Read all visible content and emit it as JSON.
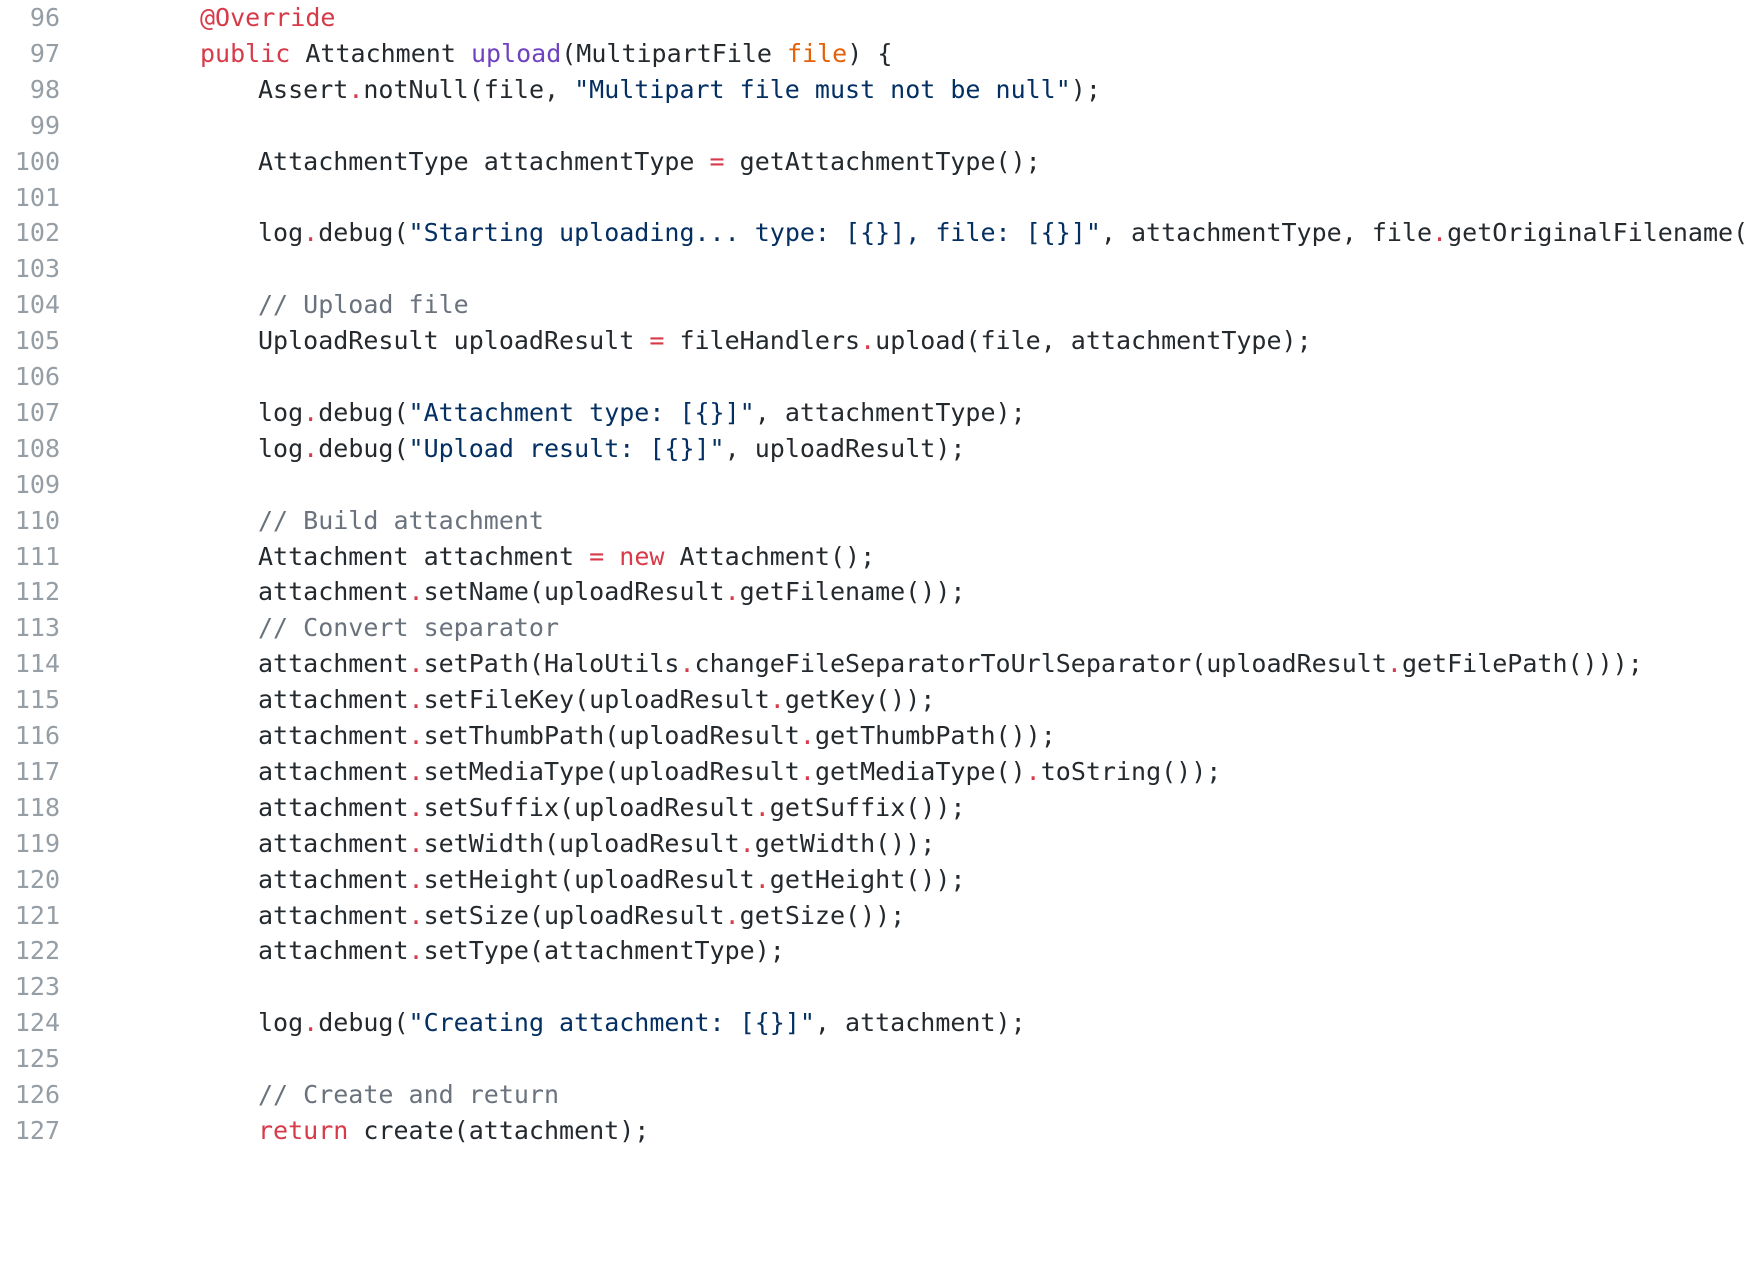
{
  "colors": {
    "background": "#ffffff",
    "plain": "#24292e",
    "keyword": "#d73a49",
    "function": "#6f42c1",
    "parameter": "#e36209",
    "string": "#032f62",
    "comment": "#6a737d",
    "line_number": "#959da5"
  },
  "code": {
    "lines": [
      {
        "num": "96",
        "indent": 1,
        "tokens": [
          {
            "t": "@Override",
            "k": "anno"
          }
        ]
      },
      {
        "num": "97",
        "indent": 1,
        "tokens": [
          {
            "t": "public",
            "k": "kw"
          },
          {
            "t": " Attachment ",
            "k": "plain"
          },
          {
            "t": "upload",
            "k": "fn"
          },
          {
            "t": "(MultipartFile ",
            "k": "plain"
          },
          {
            "t": "file",
            "k": "param"
          },
          {
            "t": ") {",
            "k": "plain"
          }
        ]
      },
      {
        "num": "98",
        "indent": 2,
        "tokens": [
          {
            "t": "Assert",
            "k": "plain"
          },
          {
            "t": ".",
            "k": "op"
          },
          {
            "t": "notNull(file, ",
            "k": "plain"
          },
          {
            "t": "\"Multipart file must not be null\"",
            "k": "str"
          },
          {
            "t": ");",
            "k": "plain"
          }
        ]
      },
      {
        "num": "99",
        "indent": 0,
        "tokens": []
      },
      {
        "num": "100",
        "indent": 2,
        "tokens": [
          {
            "t": "AttachmentType attachmentType ",
            "k": "plain"
          },
          {
            "t": "=",
            "k": "op"
          },
          {
            "t": " getAttachmentType();",
            "k": "plain"
          }
        ]
      },
      {
        "num": "101",
        "indent": 0,
        "tokens": []
      },
      {
        "num": "102",
        "indent": 2,
        "tokens": [
          {
            "t": "log",
            "k": "plain"
          },
          {
            "t": ".",
            "k": "op"
          },
          {
            "t": "debug(",
            "k": "plain"
          },
          {
            "t": "\"Starting uploading... type: [{}], file: [{}]\"",
            "k": "str"
          },
          {
            "t": ", attachmentType, file",
            "k": "plain"
          },
          {
            "t": ".",
            "k": "op"
          },
          {
            "t": "getOriginalFilename());",
            "k": "plain"
          }
        ]
      },
      {
        "num": "103",
        "indent": 0,
        "tokens": []
      },
      {
        "num": "104",
        "indent": 2,
        "tokens": [
          {
            "t": "// Upload file",
            "k": "cm"
          }
        ]
      },
      {
        "num": "105",
        "indent": 2,
        "tokens": [
          {
            "t": "UploadResult uploadResult ",
            "k": "plain"
          },
          {
            "t": "=",
            "k": "op"
          },
          {
            "t": " fileHandlers",
            "k": "plain"
          },
          {
            "t": ".",
            "k": "op"
          },
          {
            "t": "upload(file, attachmentType);",
            "k": "plain"
          }
        ]
      },
      {
        "num": "106",
        "indent": 0,
        "tokens": []
      },
      {
        "num": "107",
        "indent": 2,
        "tokens": [
          {
            "t": "log",
            "k": "plain"
          },
          {
            "t": ".",
            "k": "op"
          },
          {
            "t": "debug(",
            "k": "plain"
          },
          {
            "t": "\"Attachment type: [{}]\"",
            "k": "str"
          },
          {
            "t": ", attachmentType);",
            "k": "plain"
          }
        ]
      },
      {
        "num": "108",
        "indent": 2,
        "tokens": [
          {
            "t": "log",
            "k": "plain"
          },
          {
            "t": ".",
            "k": "op"
          },
          {
            "t": "debug(",
            "k": "plain"
          },
          {
            "t": "\"Upload result: [{}]\"",
            "k": "str"
          },
          {
            "t": ", uploadResult);",
            "k": "plain"
          }
        ]
      },
      {
        "num": "109",
        "indent": 0,
        "tokens": []
      },
      {
        "num": "110",
        "indent": 2,
        "tokens": [
          {
            "t": "// Build attachment",
            "k": "cm"
          }
        ]
      },
      {
        "num": "111",
        "indent": 2,
        "tokens": [
          {
            "t": "Attachment attachment ",
            "k": "plain"
          },
          {
            "t": "=",
            "k": "op"
          },
          {
            "t": " ",
            "k": "plain"
          },
          {
            "t": "new",
            "k": "kw"
          },
          {
            "t": " Attachment();",
            "k": "plain"
          }
        ]
      },
      {
        "num": "112",
        "indent": 2,
        "tokens": [
          {
            "t": "attachment",
            "k": "plain"
          },
          {
            "t": ".",
            "k": "op"
          },
          {
            "t": "setName(uploadResult",
            "k": "plain"
          },
          {
            "t": ".",
            "k": "op"
          },
          {
            "t": "getFilename());",
            "k": "plain"
          }
        ]
      },
      {
        "num": "113",
        "indent": 2,
        "tokens": [
          {
            "t": "// Convert separator",
            "k": "cm"
          }
        ]
      },
      {
        "num": "114",
        "indent": 2,
        "tokens": [
          {
            "t": "attachment",
            "k": "plain"
          },
          {
            "t": ".",
            "k": "op"
          },
          {
            "t": "setPath(HaloUtils",
            "k": "plain"
          },
          {
            "t": ".",
            "k": "op"
          },
          {
            "t": "changeFileSeparatorToUrlSeparator(uploadResult",
            "k": "plain"
          },
          {
            "t": ".",
            "k": "op"
          },
          {
            "t": "getFilePath()));",
            "k": "plain"
          }
        ]
      },
      {
        "num": "115",
        "indent": 2,
        "tokens": [
          {
            "t": "attachment",
            "k": "plain"
          },
          {
            "t": ".",
            "k": "op"
          },
          {
            "t": "setFileKey(uploadResult",
            "k": "plain"
          },
          {
            "t": ".",
            "k": "op"
          },
          {
            "t": "getKey());",
            "k": "plain"
          }
        ]
      },
      {
        "num": "116",
        "indent": 2,
        "tokens": [
          {
            "t": "attachment",
            "k": "plain"
          },
          {
            "t": ".",
            "k": "op"
          },
          {
            "t": "setThumbPath(uploadResult",
            "k": "plain"
          },
          {
            "t": ".",
            "k": "op"
          },
          {
            "t": "getThumbPath());",
            "k": "plain"
          }
        ]
      },
      {
        "num": "117",
        "indent": 2,
        "tokens": [
          {
            "t": "attachment",
            "k": "plain"
          },
          {
            "t": ".",
            "k": "op"
          },
          {
            "t": "setMediaType(uploadResult",
            "k": "plain"
          },
          {
            "t": ".",
            "k": "op"
          },
          {
            "t": "getMediaType()",
            "k": "plain"
          },
          {
            "t": ".",
            "k": "op"
          },
          {
            "t": "toString());",
            "k": "plain"
          }
        ]
      },
      {
        "num": "118",
        "indent": 2,
        "tokens": [
          {
            "t": "attachment",
            "k": "plain"
          },
          {
            "t": ".",
            "k": "op"
          },
          {
            "t": "setSuffix(uploadResult",
            "k": "plain"
          },
          {
            "t": ".",
            "k": "op"
          },
          {
            "t": "getSuffix());",
            "k": "plain"
          }
        ]
      },
      {
        "num": "119",
        "indent": 2,
        "tokens": [
          {
            "t": "attachment",
            "k": "plain"
          },
          {
            "t": ".",
            "k": "op"
          },
          {
            "t": "setWidth(uploadResult",
            "k": "plain"
          },
          {
            "t": ".",
            "k": "op"
          },
          {
            "t": "getWidth());",
            "k": "plain"
          }
        ]
      },
      {
        "num": "120",
        "indent": 2,
        "tokens": [
          {
            "t": "attachment",
            "k": "plain"
          },
          {
            "t": ".",
            "k": "op"
          },
          {
            "t": "setHeight(uploadResult",
            "k": "plain"
          },
          {
            "t": ".",
            "k": "op"
          },
          {
            "t": "getHeight());",
            "k": "plain"
          }
        ]
      },
      {
        "num": "121",
        "indent": 2,
        "tokens": [
          {
            "t": "attachment",
            "k": "plain"
          },
          {
            "t": ".",
            "k": "op"
          },
          {
            "t": "setSize(uploadResult",
            "k": "plain"
          },
          {
            "t": ".",
            "k": "op"
          },
          {
            "t": "getSize());",
            "k": "plain"
          }
        ]
      },
      {
        "num": "122",
        "indent": 2,
        "tokens": [
          {
            "t": "attachment",
            "k": "plain"
          },
          {
            "t": ".",
            "k": "op"
          },
          {
            "t": "setType(attachmentType);",
            "k": "plain"
          }
        ]
      },
      {
        "num": "123",
        "indent": 0,
        "tokens": []
      },
      {
        "num": "124",
        "indent": 2,
        "tokens": [
          {
            "t": "log",
            "k": "plain"
          },
          {
            "t": ".",
            "k": "op"
          },
          {
            "t": "debug(",
            "k": "plain"
          },
          {
            "t": "\"Creating attachment: [{}]\"",
            "k": "str"
          },
          {
            "t": ", attachment);",
            "k": "plain"
          }
        ]
      },
      {
        "num": "125",
        "indent": 0,
        "tokens": []
      },
      {
        "num": "126",
        "indent": 2,
        "tokens": [
          {
            "t": "// Create and return",
            "k": "cm"
          }
        ]
      },
      {
        "num": "127",
        "indent": 2,
        "tokens": [
          {
            "t": "return",
            "k": "kw"
          },
          {
            "t": " create(attachment);",
            "k": "plain"
          }
        ]
      }
    ]
  }
}
